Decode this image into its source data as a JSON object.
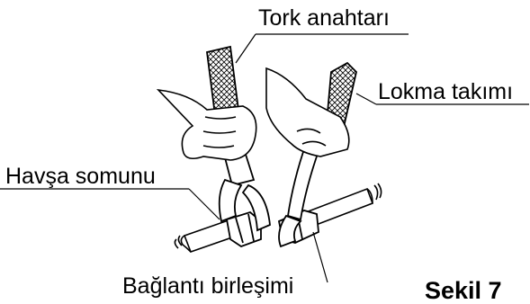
{
  "labels": {
    "torque_wrench": "Tork anahtarı",
    "socket_wrench": "Lokma takımı",
    "flare_nut": "Havşa somunu",
    "union_joint": "Bağlantı birleşimi"
  },
  "caption": "Sekil 7"
}
